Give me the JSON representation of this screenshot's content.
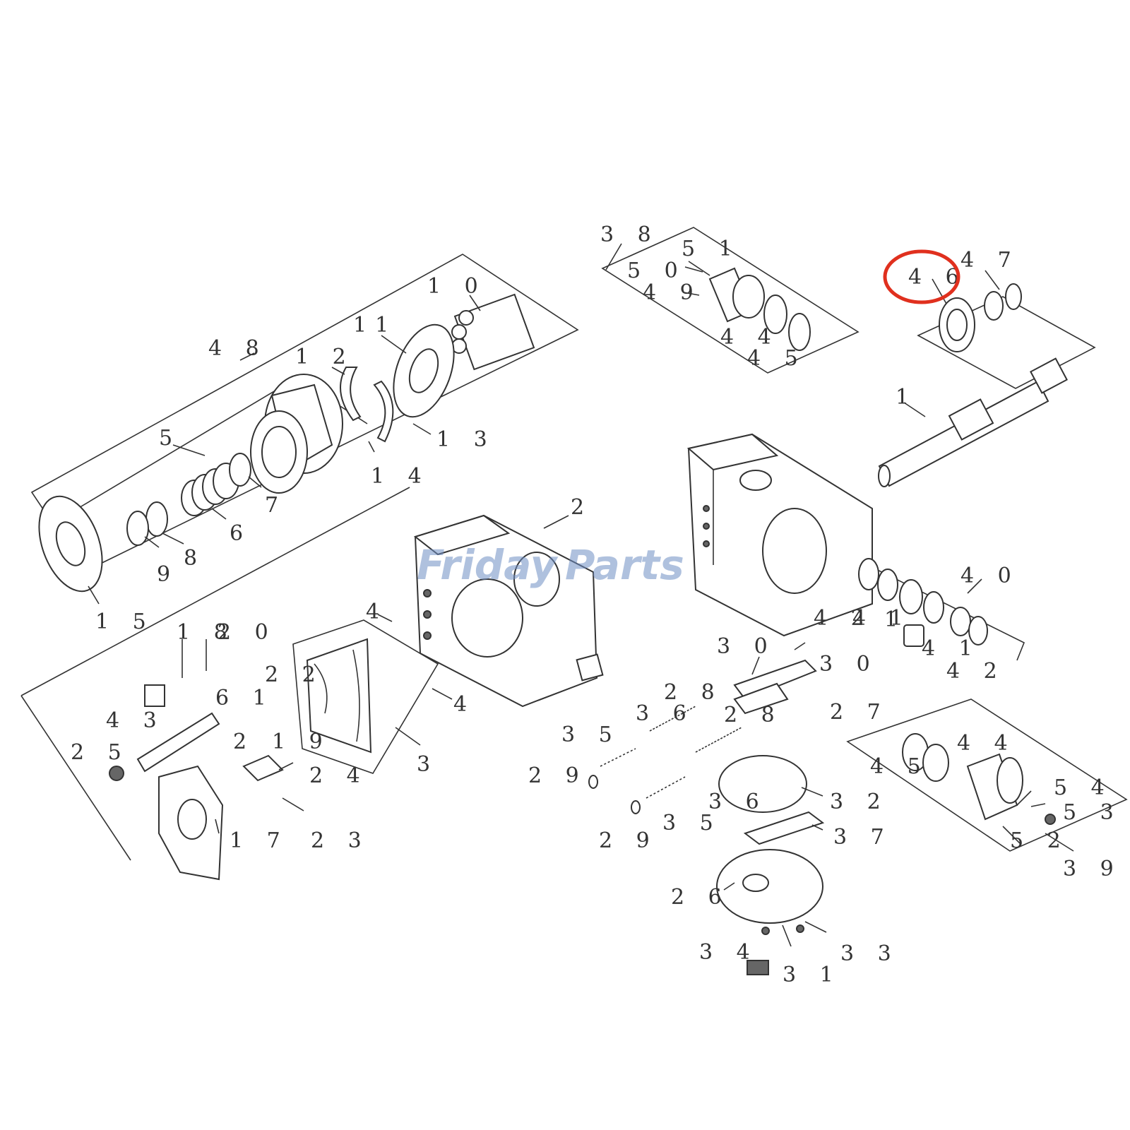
{
  "watermark": {
    "left": "Friday",
    "right": "Parts",
    "color": "#6f8fc4",
    "accent": "#e8b24a"
  },
  "highlight": {
    "label": "4 6",
    "color": "#e0301e"
  },
  "labels": {
    "l38": "3 8",
    "l51": "5 1",
    "l50": "5 0",
    "l49": "4 9",
    "l44a": "4 4",
    "l45a": "4 5",
    "l47": "4 7",
    "l46": "4 6",
    "l10": "1 0",
    "l11": "11",
    "l48": "4 8",
    "l12": "1 2",
    "l13": "1 3",
    "l14": "1 4",
    "l5": "5",
    "l7": "7",
    "l6": "6",
    "l8": "8",
    "l9": "9",
    "l15": "1 5",
    "l1": "1",
    "l2": "2",
    "l40": "4 0",
    "l42a": "4 2",
    "l41a": "4 1",
    "l41b": "4 1",
    "l42b": "4 2",
    "l1b": "1",
    "l4a": "4",
    "l4b": "4",
    "l18": "1 8",
    "l20": "2 0",
    "l22": "2 2",
    "l16": "6 1",
    "l43": "4 3",
    "l25": "2 5",
    "l21": "2",
    "l19": "1 9",
    "l24": "2 4",
    "l23": "2 3",
    "l17": "1 7",
    "l3": "3",
    "l30a": "3 0",
    "l30b": "3 0",
    "l28": "2 8",
    "l36": "3 6",
    "l28b": "2 8",
    "l27": "2 7",
    "l35": "3 5",
    "l29": "2 9",
    "l36b": "3 6",
    "l32": "3 2",
    "l35b": "3 5",
    "l37": "3 7",
    "l29b": "2 9",
    "l26": "2 6",
    "l34": "3 4",
    "l31": "3 1",
    "l33": "3 3",
    "l44b": "4 4",
    "l45b": "4 5",
    "l54": "5 4",
    "l53": "5 3",
    "l52": "5 2",
    "l39": "3 9"
  }
}
